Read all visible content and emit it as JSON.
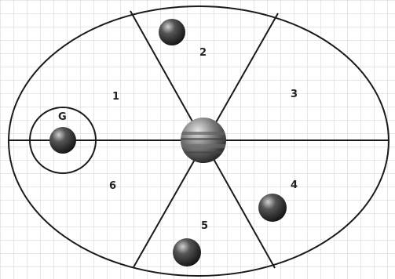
{
  "labels": {
    "s1": "1",
    "s2": "2",
    "s3": "3",
    "s4": "4",
    "s5": "5",
    "s6": "6",
    "g": "G"
  },
  "colors": {
    "grid": "#cfcfcf",
    "ink": "#1a1a1a",
    "moon": "#2e2e2e",
    "planet_band": "#6a6a6a"
  },
  "icons": {
    "center": "banded-planet-icon",
    "moon": "moon-icon"
  }
}
